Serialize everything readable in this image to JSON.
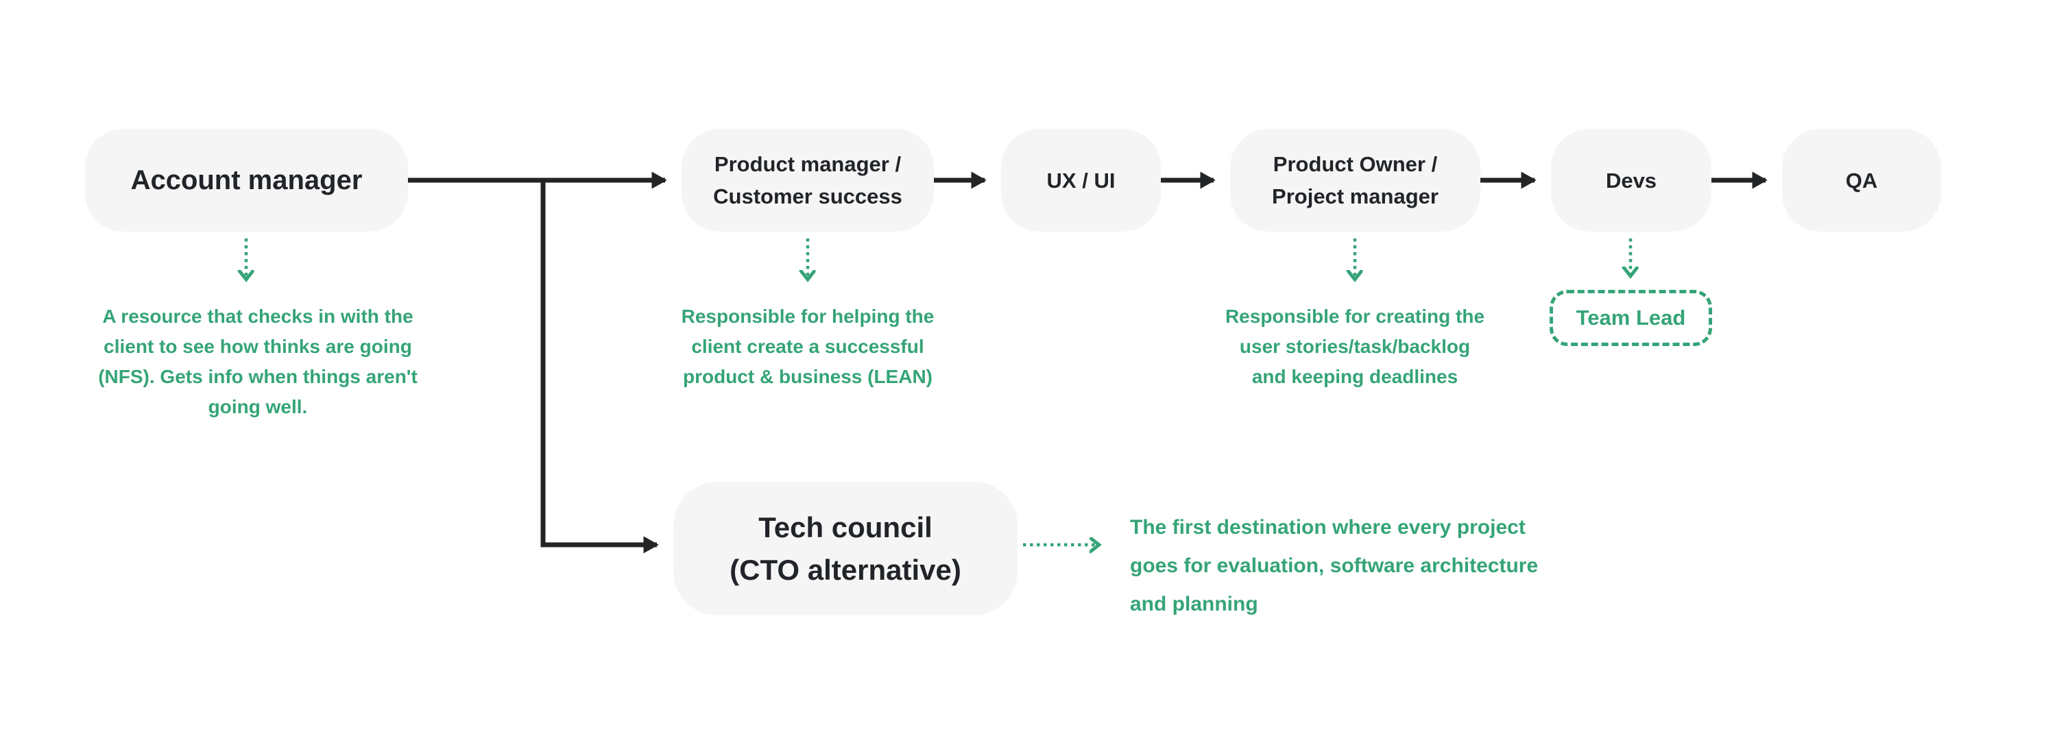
{
  "palette": {
    "green": "#35a477",
    "box_bg": "#f5f5f5",
    "text_dark": "#212428",
    "line_black": "#222426"
  },
  "nodes": {
    "account_manager": {
      "label": "Account manager"
    },
    "product_manager": {
      "label_lines": [
        "Product manager /",
        "Customer success"
      ]
    },
    "ux_ui": {
      "label": "UX / UI"
    },
    "product_owner": {
      "label_lines": [
        "Product Owner /",
        "Project manager"
      ]
    },
    "devs": {
      "label": "Devs"
    },
    "qa": {
      "label": "QA"
    },
    "team_lead": {
      "label": "Team Lead"
    },
    "tech_council": {
      "label_lines": [
        "Tech council",
        "(CTO alternative)"
      ]
    }
  },
  "annotations": {
    "account_manager_note": [
      "A resource that checks in with the",
      "client to see how thinks are going",
      "(NFS). Gets info when things aren't",
      "going well."
    ],
    "product_manager_note": [
      "Responsible for helping the",
      "client create a successful",
      "product & business (LEAN)"
    ],
    "product_owner_note": [
      "Responsible for creating the",
      "user stories/task/backlog",
      "and keeping deadlines"
    ],
    "tech_council_note": [
      "The first destination where every project",
      "goes for evaluation, software architecture",
      "and planning"
    ]
  }
}
